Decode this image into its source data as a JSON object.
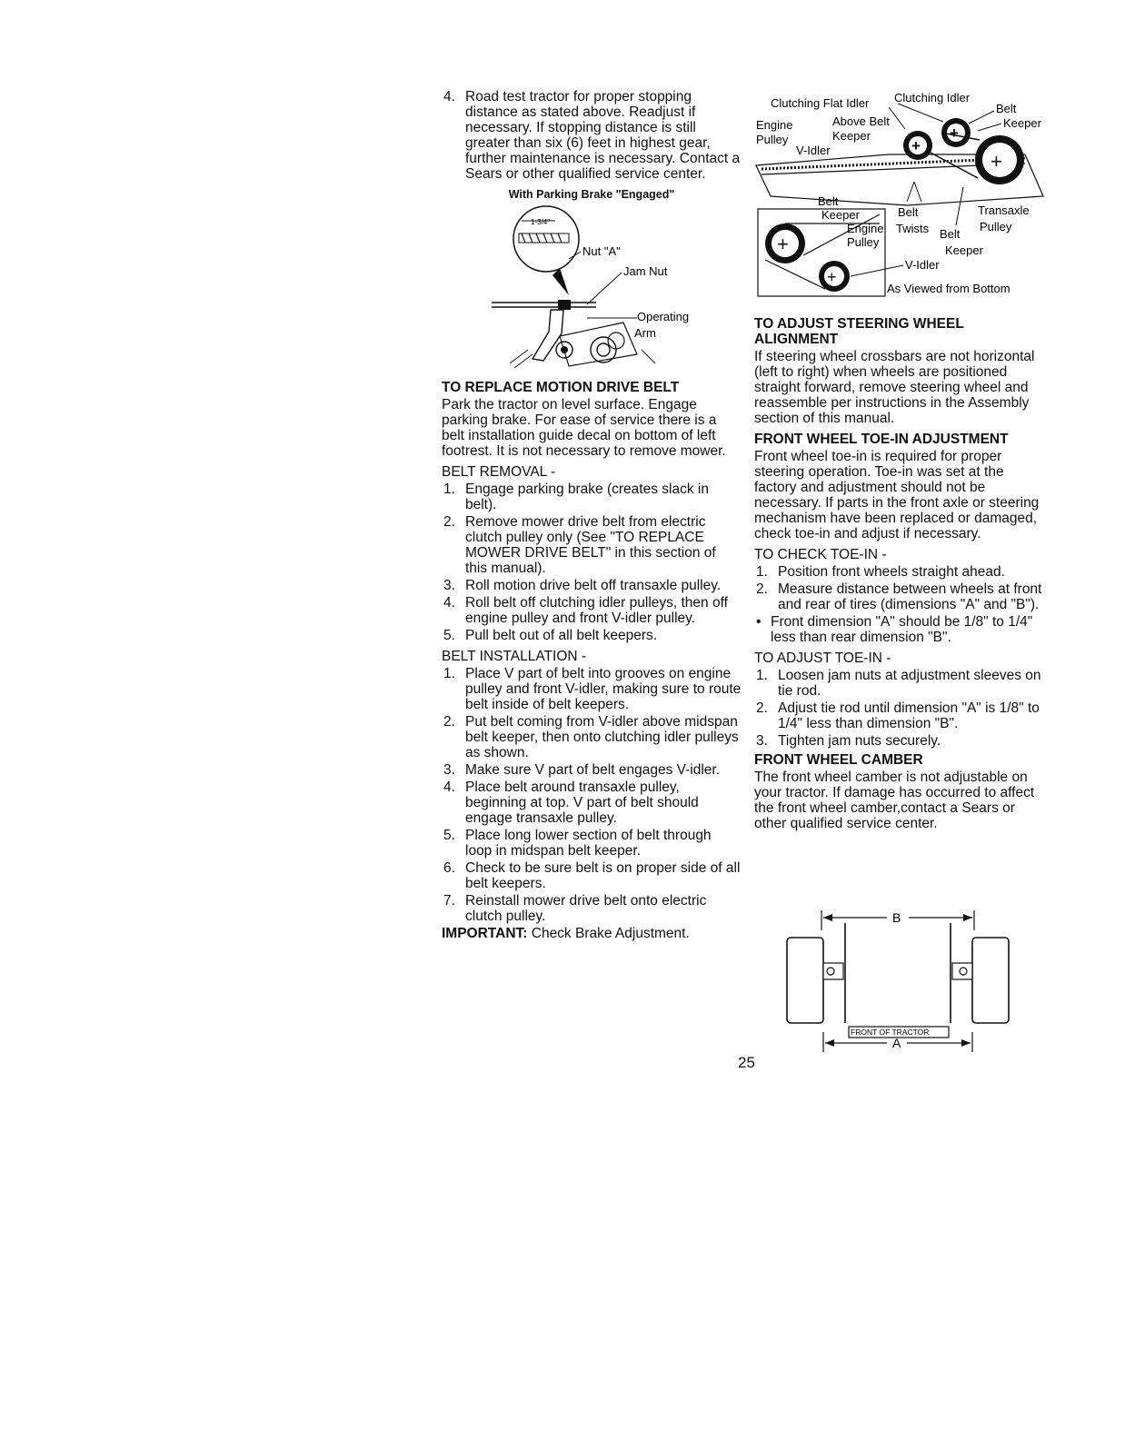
{
  "page_number": "25",
  "left": {
    "step4": {
      "num": "4.",
      "text": "Road test tractor for proper stopping distance as stated above. Readjust if necessary. If stopping distance is still greater than six (6) feet in highest gear, further maintenance is necessary. Contact a Sears or other qualified service center."
    },
    "brake_caption": "With Parking Brake \"Engaged\"",
    "brake_figure": {
      "dim": "1-3/4\"",
      "nut": "Nut \"A\"",
      "jam_nut": "Jam Nut",
      "operating": "Operating",
      "arm": "Arm"
    },
    "motion_belt_heading": "TO REPLACE MOTION DRIVE BELT",
    "motion_belt_intro": "Park the tractor on level surface. Engage parking brake. For ease of service there is a belt installation guide decal on bottom of left footrest. It is not necessary to remove mower.",
    "removal_heading": "BELT REMOVAL -",
    "removal_steps": [
      {
        "num": "1.",
        "text": "Engage parking brake (creates slack in belt)."
      },
      {
        "num": "2.",
        "text": "Remove mower drive belt from electric clutch pulley only (See \"TO REPLACE MOWER DRIVE BELT\" in this section of this manual)."
      },
      {
        "num": "3.",
        "text": "Roll motion drive belt off transaxle pulley."
      },
      {
        "num": "4.",
        "text": "Roll belt off clutching idler pulleys, then off engine pulley and front V-idler pulley."
      },
      {
        "num": "5.",
        "text": "Pull belt out of all belt keepers."
      }
    ],
    "install_heading": "BELT INSTALLATION -",
    "install_steps": [
      {
        "num": "1.",
        "text": "Place V part of belt into grooves on engine pulley and front V-idler, making sure to route belt inside of belt keepers."
      },
      {
        "num": "2.",
        "text": "Put belt coming from V-idler above midspan belt keeper, then onto clutching idler pulleys as shown."
      },
      {
        "num": "3.",
        "text": "Make sure V part of belt engages V-idler."
      },
      {
        "num": "4.",
        "text": "Place belt around transaxle pulley, beginning at top. V part of belt should engage transaxle pulley."
      },
      {
        "num": "5.",
        "text": "Place long lower section of belt through loop in midspan belt keeper."
      },
      {
        "num": "6.",
        "text": "Check to be sure belt is on proper side of all belt keepers."
      },
      {
        "num": "7.",
        "text": "Reinstall mower drive belt onto electric clutch pulley."
      }
    ],
    "important_label": "IMPORTANT:",
    "important_text": "Check Brake Adjustment."
  },
  "belt_figure": {
    "clutching_flat_idler": "Clutching Flat Idler",
    "clutching_idler": "Clutching Idler",
    "belt_top": "Belt",
    "keeper_top": "Keeper",
    "engine": "Engine",
    "pulley": "Pulley",
    "above_belt": "Above Belt",
    "keeper_mid": "Keeper",
    "v_idler_top": "V-Idler",
    "belt_keeper_1": "Belt",
    "belt_keeper_2": "Keeper",
    "belt_twists_1": "Belt",
    "belt_twists_2": "Twists",
    "transaxle": "Transaxle",
    "transaxle_pulley": "Pulley",
    "belt_keeper_r1": "Belt",
    "belt_keeper_r2": "Keeper",
    "engine_pulley_1": "Engine",
    "engine_pulley_2": "Pulley",
    "v_idler_bottom": "V-Idler",
    "viewed": "As Viewed from Bottom"
  },
  "right": {
    "steering_heading": "TO ADJUST STEERING WHEEL ALIGNMENT",
    "steering_text": "If steering wheel crossbars are not horizontal (left to right) when wheels are positioned straight forward, remove steering wheel and reassemble per instructions in the Assembly section of this manual.",
    "toein_heading": "FRONT WHEEL TOE-IN ADJUSTMENT",
    "toein_text": "Front wheel toe-in is required for proper steering operation. Toe-in was set at the factory and adjustment should not be necessary. If parts in the front axle or steering mechanism have been replaced or damaged, check toe-in and adjust if necessary.",
    "check_heading": "TO CHECK TOE-IN -",
    "check_steps": [
      {
        "num": "1.",
        "text": "Position front wheels straight ahead."
      },
      {
        "num": "2.",
        "text": "Measure distance between wheels at front and rear of tires (dimensions \"A\" and \"B\")."
      }
    ],
    "check_bullet": {
      "mark": "•",
      "text": "Front dimension \"A\" should be 1/8\" to 1/4\" less than rear dimension \"B\"."
    },
    "adjust_heading": "TO ADJUST TOE-IN -",
    "adjust_steps": [
      {
        "num": "1.",
        "text": "Loosen jam nuts at adjustment sleeves on tie rod."
      },
      {
        "num": "2.",
        "text": "Adjust tie rod until dimension \"A\" is 1/8\" to 1/4\" less than dimension \"B\"."
      },
      {
        "num": "3.",
        "text": "Tighten jam nuts securely."
      }
    ],
    "camber_heading": "FRONT WHEEL CAMBER",
    "camber_text": "The front wheel camber is not adjustable on your tractor. If damage has occurred to affect the front wheel camber,contact a Sears or other qualified service center."
  },
  "toe_figure": {
    "b_label": "B",
    "a_label": "A",
    "front_label": "FRONT OF TRACTOR"
  }
}
